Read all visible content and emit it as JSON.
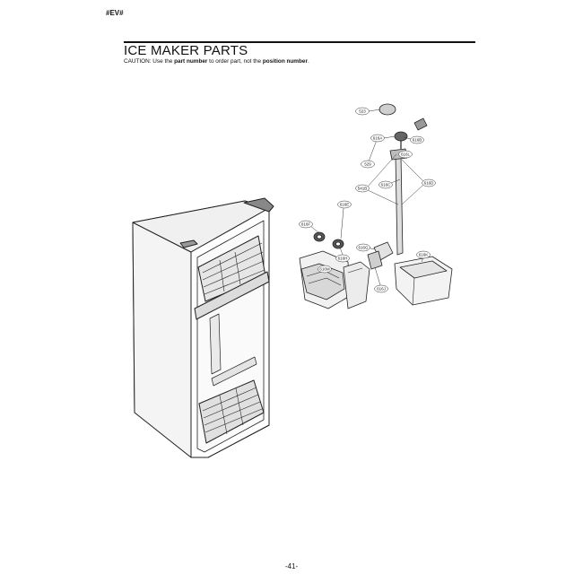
{
  "header": {
    "tag": "#EV#"
  },
  "title": "ICE MAKER PARTS",
  "caution": {
    "prefix": "CAUTION: Use the ",
    "part_number": "part number",
    "middle": " to order part, not the ",
    "position_number": "position number",
    "suffix": "."
  },
  "callouts": [
    "523",
    "616A",
    "616B",
    "529",
    "541B",
    "616C",
    "616D",
    "616E",
    "616F",
    "616G",
    "616H",
    "616J",
    "616K",
    "616L",
    "616M"
  ],
  "footer": {
    "page_number": "-41-"
  }
}
